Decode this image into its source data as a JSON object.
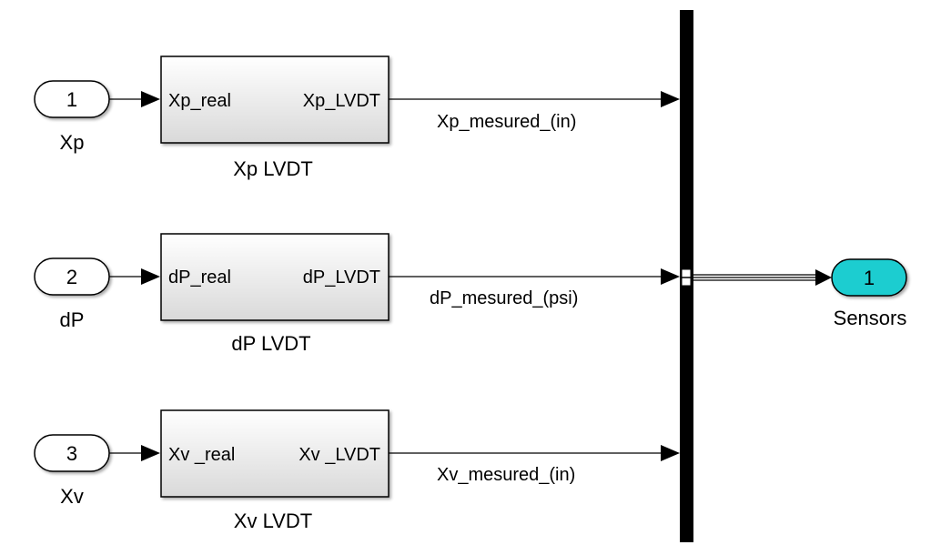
{
  "inports": [
    {
      "number": "1",
      "label": "Xp"
    },
    {
      "number": "2",
      "label": "dP"
    },
    {
      "number": "3",
      "label": "Xv"
    }
  ],
  "subsystems": [
    {
      "name": "Xp LVDT",
      "in_port": "Xp_real",
      "out_port": "Xp_LVDT"
    },
    {
      "name": "dP LVDT",
      "in_port": "dP_real",
      "out_port": "dP_LVDT"
    },
    {
      "name": "Xv LVDT",
      "in_port": "Xv _real",
      "out_port": "Xv _LVDT"
    }
  ],
  "signals": [
    {
      "label": "Xp_mesured_(in)"
    },
    {
      "label": "dP_mesured_(psi)"
    },
    {
      "label": "Xv_mesured_(in)"
    }
  ],
  "outport": {
    "number": "1",
    "label": "Sensors"
  },
  "colors": {
    "outport_fill": "#1ecdd0",
    "block_fill_top": "#ffffff",
    "block_fill_bottom": "#d9d9d9",
    "line": "#000000",
    "mux": "#000000"
  }
}
